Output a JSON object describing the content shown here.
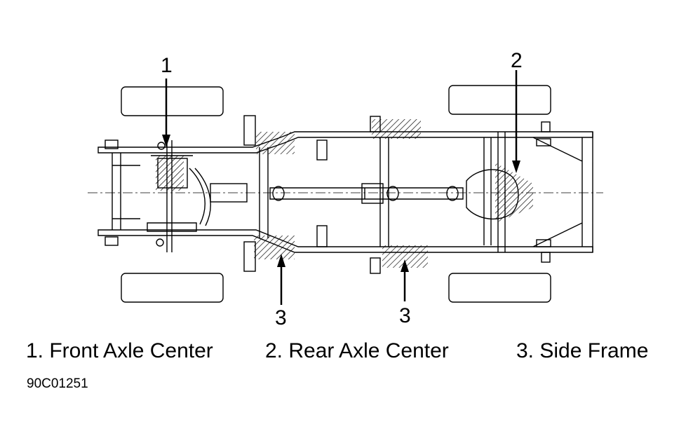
{
  "callouts": {
    "front_axle": "1",
    "rear_axle": "2",
    "side_frame_left": "3",
    "side_frame_right": "3"
  },
  "legend": {
    "item1": "1. Front Axle Center",
    "item2": "2. Rear Axle Center",
    "item3": "3. Side Frame"
  },
  "figure_code": "90C01251",
  "colors": {
    "ink": "#000000",
    "paper": "#ffffff"
  }
}
